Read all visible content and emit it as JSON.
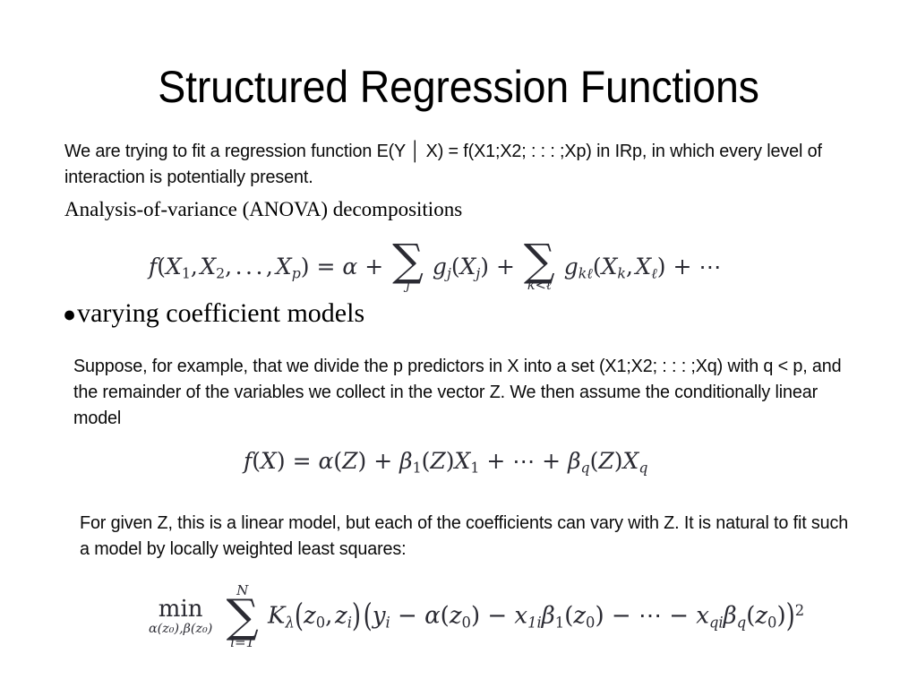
{
  "slide": {
    "title": "Structured Regression Functions",
    "background_color": "#ffffff",
    "text_color": "#000000",
    "math_color": "#2b2b33"
  },
  "paragraphs": {
    "intro": "We are trying to fit a regression function E(Y │ X) = f(X1;X2; : : : ;Xp) in IRp, in which every level of interaction is potentially present.",
    "anova_heading": "Analysis-of-variance (ANOVA) decompositions",
    "bullet_heading": "varying coefficient models",
    "bullet_glyph": "●",
    "suppose": "Suppose, for example, that we divide the p predictors in X into a set (X1;X2; : : : ;Xq) with q < p, and the remainder of the variables we collect in the vector Z. We then assume the conditionally linear model",
    "for_given": "For given Z, this is a linear model, but each of the coefficients can vary with Z. It is natural to fit such a model by locally weighted least squares:"
  },
  "formulas": {
    "anova": {
      "name": "anova-decomposition",
      "latex": "f(X_1, X_2, \\ldots, X_p) = \\alpha + \\sum_j g_j(X_j) + \\sum_{k<\\ell} g_{k\\ell}(X_k, X_\\ell) + \\cdots",
      "plain": "f(X1, X2, ..., Xp) = α + Σ_j gj(Xj) + Σ_{k<ℓ} gkℓ(Xk, Xℓ) + ⋯",
      "parts": {
        "lhs_f": "f",
        "var_x": "X",
        "sub_1": "1",
        "sub_2": "2",
        "dots": ",...,",
        "sub_p": "p",
        "equals": "=",
        "alpha": "α",
        "plus": "+",
        "sigma": "∑",
        "limit_j": "j",
        "g": "g",
        "sub_j": "j",
        "limit_kl": "k<ℓ",
        "sub_kl": "kℓ",
        "sub_k": "k",
        "sub_l": "ℓ",
        "cdots": "⋯"
      }
    },
    "conditional_linear": {
      "name": "conditionally-linear-model",
      "latex": "f(X) = \\alpha(Z) + \\beta_1(Z)X_1 + \\cdots + \\beta_q(Z)X_q",
      "plain": "f(X) = α(Z) + β1(Z)X1 + ⋯ + βq(Z)Xq",
      "parts": {
        "f": "f",
        "X": "X",
        "equals": "=",
        "alpha": "α",
        "Z": "Z",
        "plus": "+",
        "beta": "β",
        "sub_1": "1",
        "sub_q": "q",
        "cdots": "⋯"
      }
    },
    "min_wls": {
      "name": "locally-weighted-least-squares",
      "latex": "\\min_{\\alpha(z_0),\\beta(z_0)} \\sum_{i=1}^{N} K_\\lambda(z_0, z_i)\\,(y_i - \\alpha(z_0) - x_{1i}\\beta_1(z_0) - \\cdots - x_{qi}\\beta_q(z_0))^2",
      "plain": "min over α(z0),β(z0) of Σ_{i=1}^{N} Kλ(z0, zi)(yi − α(z0) − x1i β1(z0) − ⋯ − xqi βq(z0))²",
      "parts": {
        "min": "min",
        "min_sub": "α(z₀),β(z₀)",
        "sigma": "∑",
        "limit_top": "N",
        "limit_bottom": "i=1",
        "K": "K",
        "lambda": "λ",
        "z": "z",
        "sub_0": "0",
        "sub_i": "i",
        "y": "y",
        "minus": "−",
        "alpha": "α",
        "x": "x",
        "sub_1i": "1i",
        "sub_qi": "qi",
        "beta": "β",
        "sub_1": "1",
        "sub_q": "q",
        "cdots": "⋯",
        "exponent": "2"
      }
    }
  }
}
